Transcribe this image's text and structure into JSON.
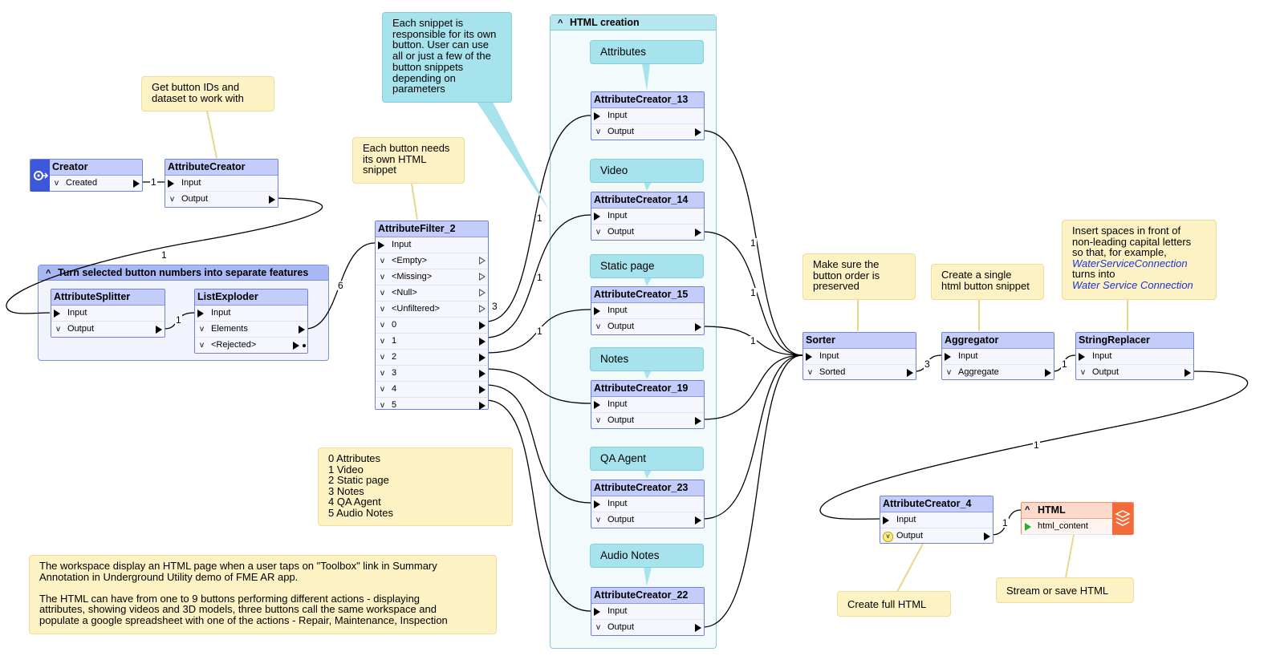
{
  "bookmarks": {
    "html_creation": "HTML creation",
    "split": "Turn selected button numbers into separate features"
  },
  "transformers": {
    "creator": {
      "title": "Creator",
      "ports": [
        "Created"
      ]
    },
    "attributecreator": {
      "title": "AttributeCreator",
      "ports": [
        "Input",
        "Output"
      ]
    },
    "attributesplitter": {
      "title": "AttributeSplitter",
      "ports": [
        "Input",
        "Output"
      ]
    },
    "listexploder": {
      "title": "ListExploder",
      "ports": [
        "Input",
        "Elements",
        "<Rejected>"
      ]
    },
    "attributefilter": {
      "title": "AttributeFilter_2",
      "ports": [
        "Input",
        "<Empty>",
        "<Missing>",
        "<Null>",
        "<Unfiltered>",
        "0",
        "1",
        "2",
        "3",
        "4",
        "5"
      ]
    },
    "ac13": {
      "title": "AttributeCreator_13",
      "ports": [
        "Input",
        "Output"
      ]
    },
    "ac14": {
      "title": "AttributeCreator_14",
      "ports": [
        "Input",
        "Output"
      ]
    },
    "ac15": {
      "title": "AttributeCreator_15",
      "ports": [
        "Input",
        "Output"
      ]
    },
    "ac19": {
      "title": "AttributeCreator_19",
      "ports": [
        "Input",
        "Output"
      ]
    },
    "ac23": {
      "title": "AttributeCreator_23",
      "ports": [
        "Input",
        "Output"
      ]
    },
    "ac22": {
      "title": "AttributeCreator_22",
      "ports": [
        "Input",
        "Output"
      ]
    },
    "sorter": {
      "title": "Sorter",
      "ports": [
        "Input",
        "Sorted"
      ]
    },
    "aggregator": {
      "title": "Aggregator",
      "ports": [
        "Input",
        "Aggregate"
      ]
    },
    "stringreplacer": {
      "title": "StringReplacer",
      "ports": [
        "Input",
        "Output"
      ]
    },
    "ac4": {
      "title": "AttributeCreator_4",
      "ports": [
        "Input",
        "Output"
      ]
    },
    "html": {
      "title": "HTML",
      "ports": [
        "html_content"
      ]
    }
  },
  "tags": {
    "attributes": "Attributes",
    "video": "Video",
    "static_page": "Static page",
    "notes": "Notes",
    "qa_agent": "QA Agent",
    "audio_notes": "Audio Notes"
  },
  "notes": {
    "get_ids": [
      "Get button IDs and",
      "dataset to work with"
    ],
    "each_snippet": [
      "Each snippet is",
      "responsible for its own",
      "button. User can use",
      "all or just a few of the",
      "button snippets",
      "depending on",
      "parameters"
    ],
    "each_button": [
      "Each button needs",
      "its own HTML",
      "snippet"
    ],
    "legend": [
      "0 Attributes",
      "1 Video",
      "2 Static page",
      "3 Notes",
      "4 QA Agent",
      "5 Audio Notes"
    ],
    "workspace": [
      "The workspace display an HTML page when a user taps on \"Toolbox\" link in Summary",
      "Annotation in Underground Utility demo of FME AR app.",
      "",
      "The HTML can have from one to 9 buttons performing different actions - displaying",
      "attributes, showing videos and 3D models, three buttons call the same workspace and",
      "populate a google spreadsheet with one of the actions - Repair, Maintenance, Inspection"
    ],
    "sorter": [
      "Make sure the",
      "button order is",
      "preserved"
    ],
    "aggregator": [
      "Create a single",
      "html button snippet"
    ],
    "stringreplacer": [
      "Insert spaces in front of",
      "non-leading capital letters",
      "so that, for example,",
      "WaterServiceConnection",
      "turns into",
      "Water Service Connection"
    ],
    "create_full": "Create full HTML",
    "stream": "Stream or save HTML"
  },
  "connection_labels": [
    "1",
    "1",
    "1",
    "6",
    "3",
    "1",
    "1",
    "1",
    "1",
    "1",
    "1",
    "3",
    "1",
    "1",
    "1"
  ],
  "colors": {
    "transformer_header": "#c4cdf9",
    "bookmark_teal": "#b7e6ef",
    "bookmark_blue": "#a9b7f3",
    "note_yellow": "#fdf2c4",
    "tag_cyan": "#a6e3ec",
    "creator_icon": "#3b58dc",
    "writer_icon": "#f26b3a"
  }
}
